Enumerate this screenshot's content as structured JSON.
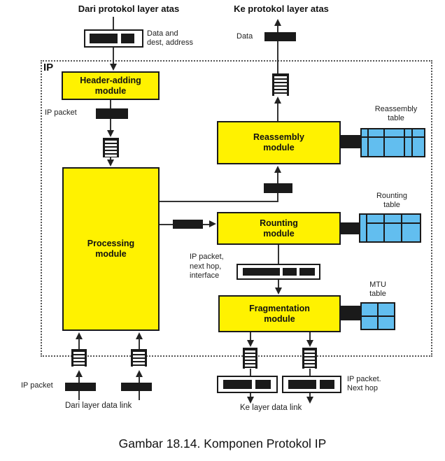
{
  "colors": {
    "module_fill": "#FFF200",
    "table_fill": "#62BEEF",
    "line": "#333333",
    "connector": "#1a1a1a"
  },
  "outer": {
    "from_upper": "Dari protokol layer atas",
    "to_upper": "Ke protokol layer atas",
    "data_and_dest": "Data and\ndest, address",
    "data": "Data",
    "ip_packet_in": "IP packet",
    "from_data_link": "Dari layer data link",
    "to_data_link": "Ke layer data link",
    "ip_packet_next_hop": "IP packet.\nNext hop"
  },
  "ip_box": {
    "label": "IP",
    "modules": {
      "header_adding": "Header-adding\nmodule",
      "processing": "Processing\nmodule",
      "reassembly": "Reassembly\nmodule",
      "rounting": "Rounting\nmodule",
      "fragmentation": "Fragmentation\nmodule"
    },
    "labels": {
      "ip_packet": "IP packet",
      "ip_packet_next_hop_interface": "IP packet,\nnext hop,\ninterface"
    },
    "tables": {
      "reassembly": "Reassembly\ntable",
      "rounting": "Rounting\ntable",
      "mtu": "MTU\ntable"
    }
  },
  "caption": "Gambar 18.14. Komponen Protokol IP"
}
